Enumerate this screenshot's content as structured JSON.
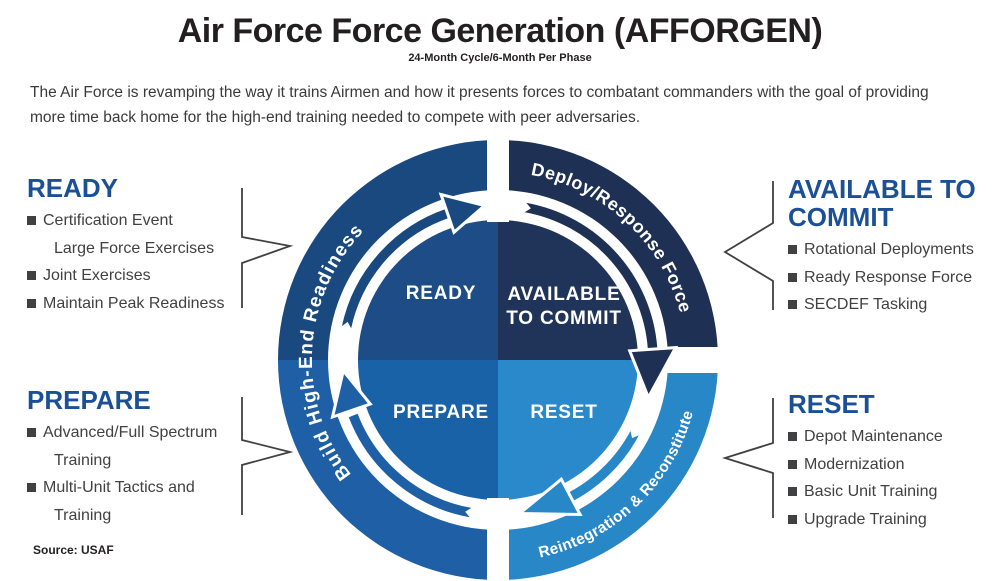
{
  "title": "Air Force Force Generation (AFFORGEN)",
  "subtitle": "24-Month Cycle/6-Month Per Phase",
  "description": "The Air Force is revamping the way it trains Airmen and how it presents forces to combatant commanders with the goal of providing more time back home for the high-end training needed to compete with peer adversaries.",
  "source": "Source: USAF",
  "cycle": {
    "ring_labels": {
      "deploy": "Deploy/Response Force",
      "build": "Build High-End Readiness",
      "reintegration": "Reintegration & Reconstitute"
    },
    "center": {
      "ready": "READY",
      "available_line1": "AVAILABLE",
      "available_line2": "TO COMMIT",
      "prepare": "PREPARE",
      "reset": "RESET"
    },
    "colors": {
      "outer_top_left": "#19497F",
      "outer_top_right": "#1E3054",
      "outer_bottom_left": "#1E5FA5",
      "outer_bottom_right": "#2787C7",
      "inner_ready": "#1D4C87",
      "inner_available": "#203459",
      "inner_prepare": "#1A62A8",
      "inner_reset": "#2A89CA",
      "arrow_top_left": "#19497F",
      "arrow_right": "#1E3054",
      "arrow_bottom": "#2787C7",
      "arrow_left": "#1E5FA5"
    }
  },
  "sections": {
    "ready": {
      "heading": "READY",
      "items": [
        {
          "bullet": true,
          "text": "Certification Event"
        },
        {
          "bullet": false,
          "text": "Large Force Exercises"
        },
        {
          "bullet": true,
          "text": "Joint Exercises"
        },
        {
          "bullet": true,
          "text": "Maintain Peak Readiness"
        }
      ]
    },
    "available": {
      "heading": "AVAILABLE TO COMMIT",
      "items": [
        {
          "bullet": true,
          "text": "Rotational Deployments"
        },
        {
          "bullet": true,
          "text": "Ready Response Force"
        },
        {
          "bullet": true,
          "text": "SECDEF Tasking"
        }
      ]
    },
    "prepare": {
      "heading": "PREPARE",
      "items": [
        {
          "bullet": true,
          "text": "Advanced/Full Spectrum"
        },
        {
          "bullet": false,
          "text": "Training"
        },
        {
          "bullet": true,
          "text": "Multi-Unit Tactics and"
        },
        {
          "bullet": false,
          "text": "Training"
        }
      ]
    },
    "reset": {
      "heading": "RESET",
      "items": [
        {
          "bullet": true,
          "text": "Depot Maintenance"
        },
        {
          "bullet": true,
          "text": "Modernization"
        },
        {
          "bullet": true,
          "text": "Basic Unit Training"
        },
        {
          "bullet": true,
          "text": "Upgrade Training"
        }
      ]
    }
  },
  "accent": {
    "heading_blue": "#1C5096",
    "body_text": "#414042",
    "title_color": "#231F20"
  }
}
